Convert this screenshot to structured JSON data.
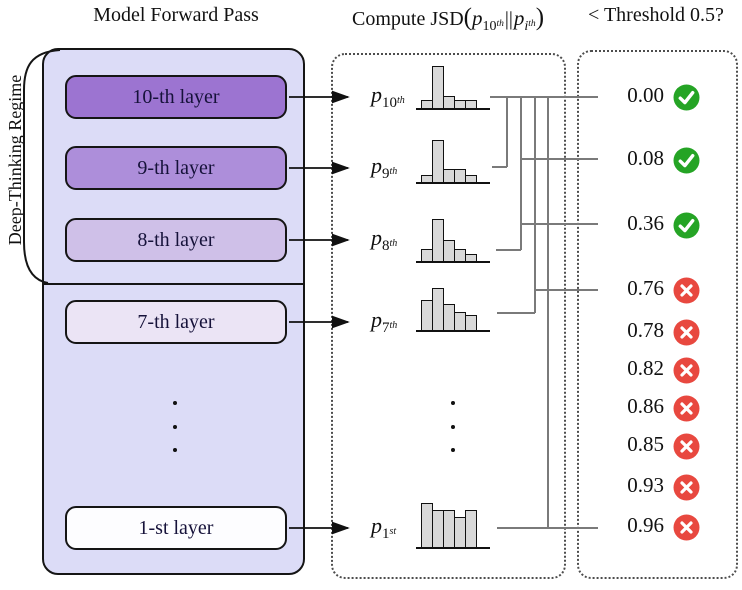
{
  "titles": {
    "left": "Model Forward Pass",
    "middle": {
      "prefix": "Compute JSD",
      "open": "(",
      "p1": "p",
      "sub1": "10",
      "sup1": "th",
      "sep": "||",
      "p2": "p",
      "sub2": "i",
      "sup2": "th",
      "close": ")"
    },
    "right": "< Threshold 0.5?"
  },
  "left_panel": {
    "regime_label": "Deep-Thinking Regime",
    "layers": [
      {
        "label": "10-th layer",
        "color": "#9c74d1"
      },
      {
        "label": "9-th layer",
        "color": "#ad8eda"
      },
      {
        "label": "8-th layer",
        "color": "#cfc0e8"
      },
      {
        "label": "7-th layer",
        "color": "#ebe4f5"
      },
      {
        "label": "1-st layer",
        "color": "#fdfdff"
      }
    ]
  },
  "middle_panel": {
    "distributions": [
      {
        "base": "p",
        "sub": "10",
        "sup": "th",
        "bars": [
          9,
          43,
          13,
          9,
          9
        ]
      },
      {
        "base": "p",
        "sub": "9",
        "sup": "th",
        "bars": [
          8,
          43,
          14,
          14,
          8
        ]
      },
      {
        "base": "p",
        "sub": "8",
        "sup": "th",
        "bars": [
          13,
          43,
          22,
          13,
          8
        ]
      },
      {
        "base": "p",
        "sub": "7",
        "sup": "th",
        "bars": [
          31,
          43,
          27,
          19,
          16
        ]
      },
      {
        "base": "p",
        "sub": "1",
        "sup": "st",
        "bars": [
          45,
          38,
          38,
          31,
          38
        ]
      }
    ]
  },
  "right_panel": {
    "results": [
      {
        "value": "0.00",
        "pass": true
      },
      {
        "value": "0.08",
        "pass": true
      },
      {
        "value": "0.36",
        "pass": true
      },
      {
        "value": "0.76",
        "pass": false
      },
      {
        "value": "0.78",
        "pass": false
      },
      {
        "value": "0.82",
        "pass": false
      },
      {
        "value": "0.86",
        "pass": false
      },
      {
        "value": "0.85",
        "pass": false
      },
      {
        "value": "0.93",
        "pass": false
      },
      {
        "value": "0.96",
        "pass": false
      }
    ]
  },
  "colors": {
    "panel_bg": "#dcdcf7",
    "outline": "#151515",
    "bar_fill": "#d9d9d9",
    "connector_gray": "#7a7a7a",
    "pass_green": "#25a425",
    "fail_red": "#e8483f",
    "dotted_border": "#4d4d4d"
  }
}
